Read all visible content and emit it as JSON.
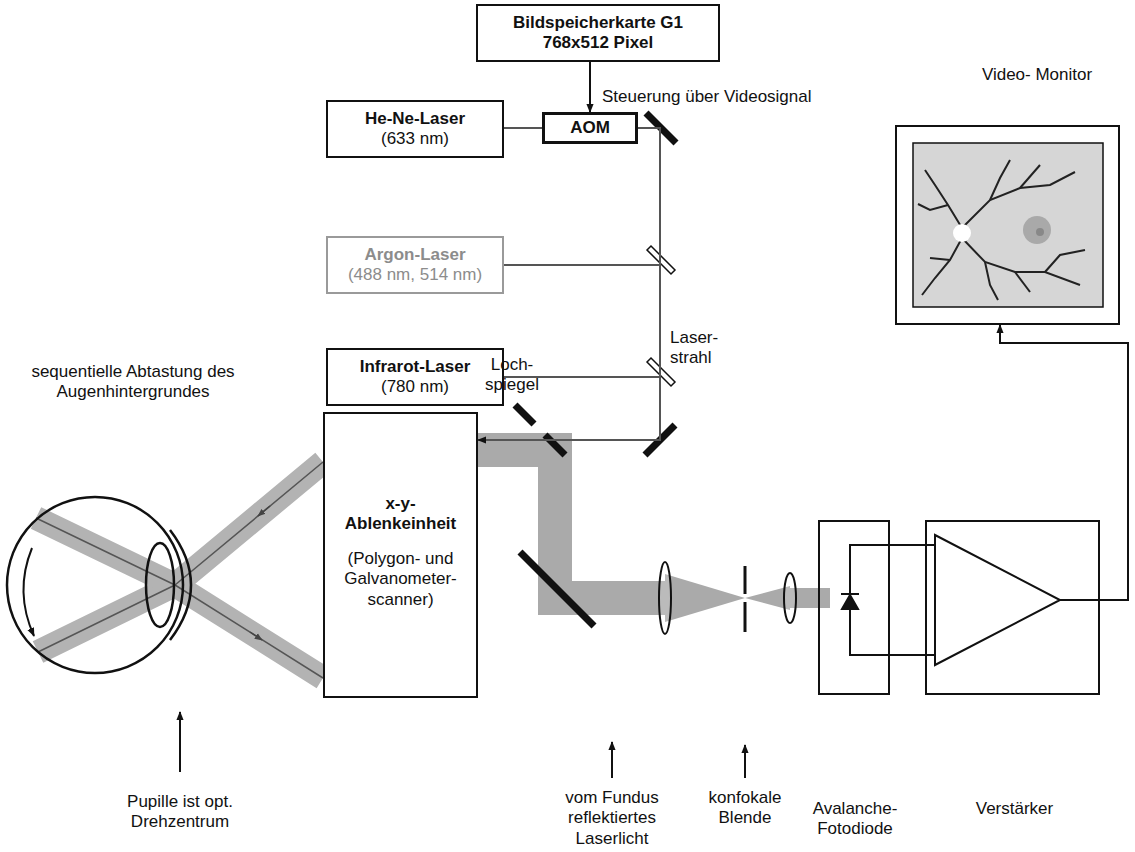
{
  "diagram": {
    "nodes": [
      {
        "text": [
          "Bildspeicherkarte G1",
          "768x512 Pixel"
        ]
      },
      {
        "text": [
          "He-Ne-Laser",
          "(633 nm)"
        ]
      },
      {
        "text": [
          "AOM"
        ]
      },
      {
        "text": [
          "Argon-Laser",
          "(488 nm, 514 nm)"
        ]
      },
      {
        "text": [
          "Infrarot-Laser",
          "(780 nm)"
        ]
      },
      {
        "text": [
          "x-y-Ablenkeinheit",
          "(Polygon- und Galvanometer- scanner)"
        ]
      },
      {
        "text": [
          "Video- Monitor"
        ]
      },
      {
        "text": [
          "Avalanche- Fotodiode"
        ]
      },
      {
        "text": [
          "Verstärker"
        ]
      }
    ],
    "edges": [
      {
        "from": 0,
        "to": 2,
        "arrow": "to",
        "label": "Steuerung über Videosignal"
      },
      {
        "from": 1,
        "to": 2,
        "arrow": "none"
      },
      {
        "from": 2,
        "to": 5,
        "arrow": "to"
      },
      {
        "from": 7,
        "to": 8,
        "arrow": "none"
      },
      {
        "from": 8,
        "to": 6,
        "arrow": "to"
      }
    ],
    "labels": [
      "Laser- strahl",
      "Loch- spiegel",
      "sequentielle Abtastung des Augenhintergrundes",
      "Pupille ist opt. Drehzentrum",
      "vom Fundus reflektiertes Laserlicht",
      "konfokale Blende"
    ]
  }
}
